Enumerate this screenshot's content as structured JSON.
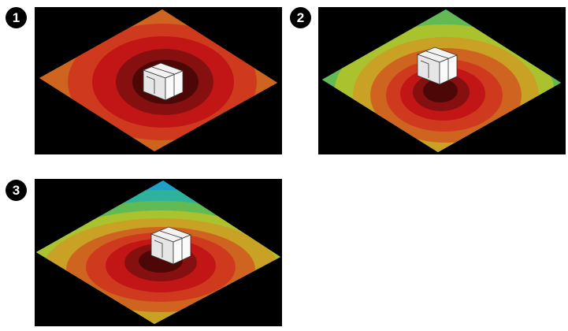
{
  "panels": [
    {
      "label": "1",
      "scenario": "centered-heat"
    },
    {
      "label": "2",
      "scenario": "heat-with-cold-top-left"
    },
    {
      "label": "3",
      "scenario": "heat-with-cold-top"
    }
  ],
  "colors": {
    "darkest": "#4e0707",
    "dark_red": "#861010",
    "red": "#c21616",
    "red_orange": "#cf3a1e",
    "orange": "#cf6420",
    "yellow": "#c9a124",
    "yellow_green": "#a9c22e",
    "green": "#62bb52",
    "teal": "#2fb29c",
    "cyan": "#209fc4",
    "blue": "#1b5bb3",
    "background": "#000000"
  }
}
